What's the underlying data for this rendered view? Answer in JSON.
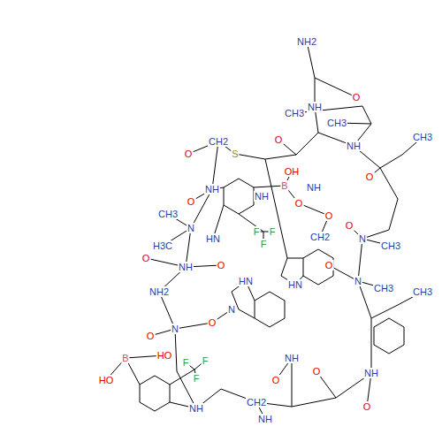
{
  "diagram": {
    "labels": [
      "NH2",
      "O",
      "NH",
      "CH3",
      "CH3",
      "CH3",
      "CH2",
      "S",
      "O",
      "O",
      "OH",
      "B",
      "O",
      "O",
      "CH2",
      "NH",
      "NH",
      "O",
      "NH",
      "CH3",
      "N",
      "CH3",
      "O",
      "N",
      "CH3",
      "O",
      "F",
      "F",
      "F",
      "HN",
      "NH",
      "O",
      "N",
      "CH3",
      "H3C",
      "O",
      "NH",
      "O",
      "NH2",
      "HN",
      "HN",
      "N",
      "O",
      "N",
      "O",
      "HO",
      "B",
      "HO",
      "F",
      "F",
      "F",
      "NH",
      "O",
      "O",
      "NH",
      "O",
      "CH2",
      "NH",
      "NH"
    ]
  }
}
